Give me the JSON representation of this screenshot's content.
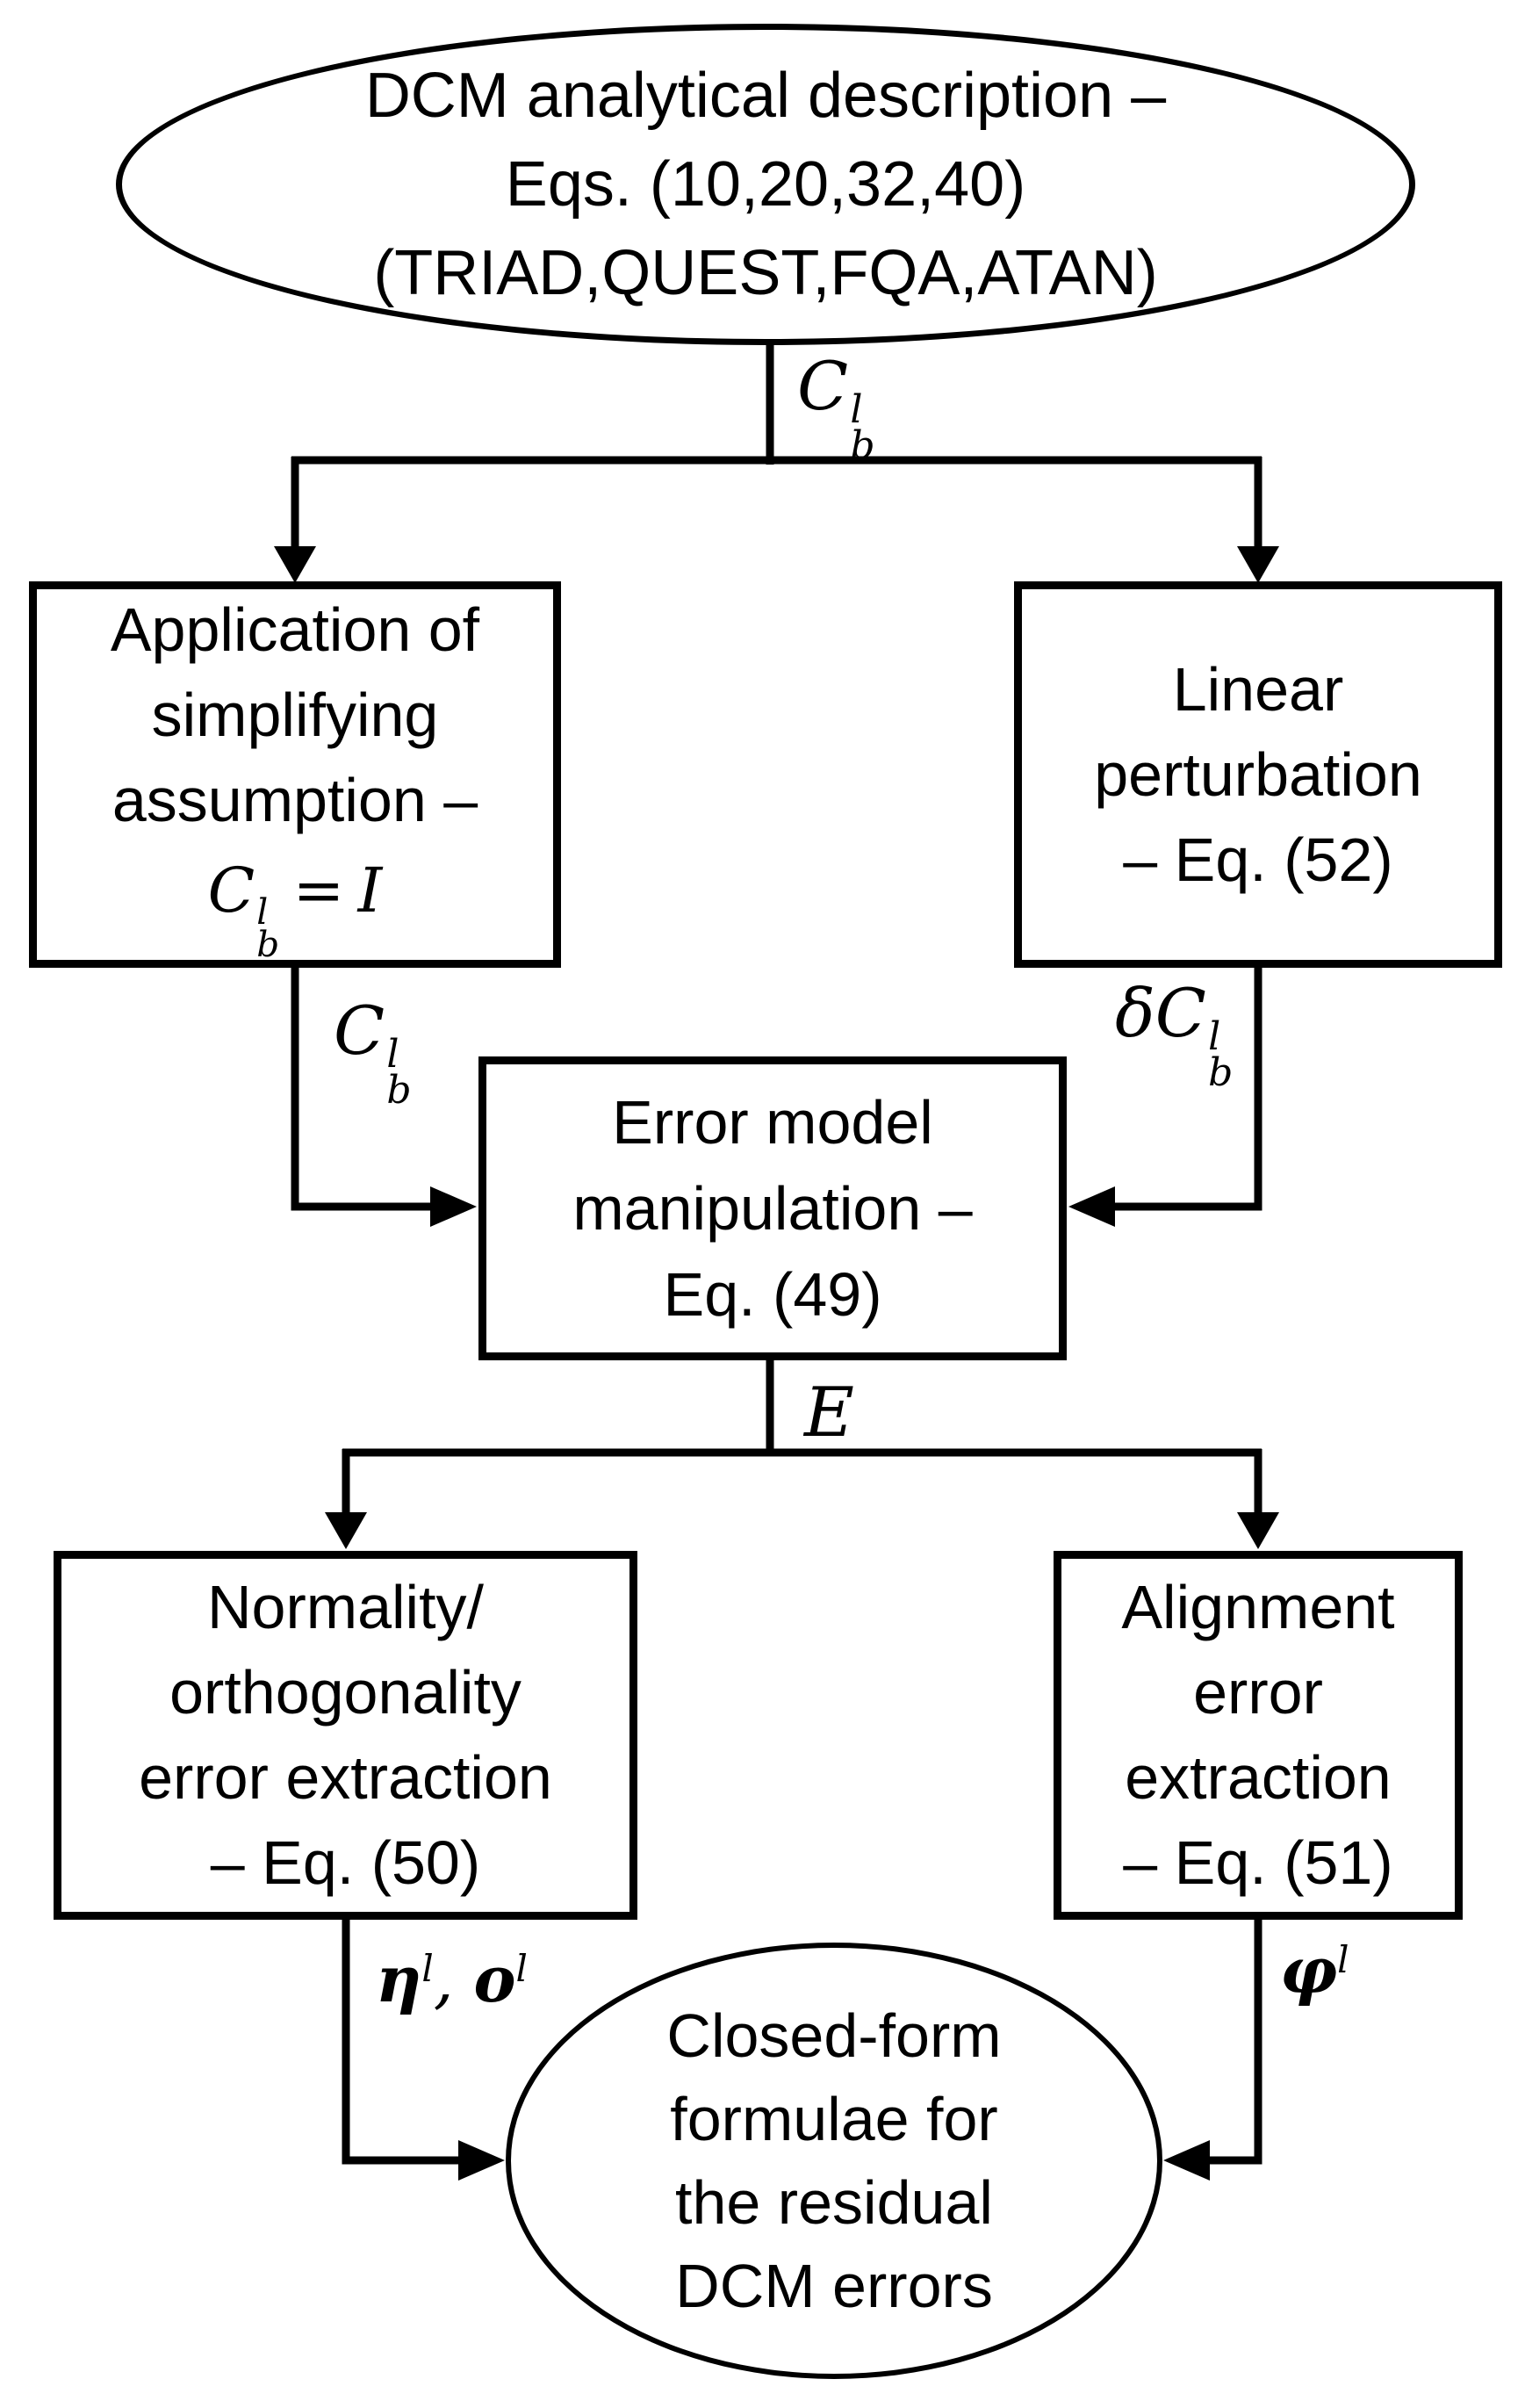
{
  "colors": {
    "stroke": "#000000",
    "background": "#ffffff",
    "text": "#000000"
  },
  "nodes": {
    "top_ellipse": {
      "lines": [
        "DCM analytical description –",
        "Eqs. (10,20,32,40)",
        "(TRIAD,QUEST,FQA,ATAN)"
      ]
    },
    "apply_box": {
      "lines": [
        "Application of",
        "simplifying",
        "assumption –"
      ],
      "math": {
        "base": "C",
        "sup": "l",
        "sub": "b",
        "op": "=",
        "rhs": "I"
      }
    },
    "linear_box": {
      "lines": [
        "Linear",
        "perturbation",
        "– Eq. (52)"
      ]
    },
    "error_box": {
      "lines": [
        "Error model",
        "manipulation –",
        "Eq. (49)"
      ]
    },
    "normality_box": {
      "lines": [
        "Normality/",
        "orthogonality",
        "error extraction",
        "– Eq. (50)"
      ]
    },
    "alignment_box": {
      "lines": [
        "Alignment",
        "error",
        "extraction",
        "– Eq. (51)"
      ]
    },
    "closed_ellipse": {
      "lines": [
        "Closed-form",
        "formulae for",
        "the residual",
        "DCM errors"
      ]
    }
  },
  "edge_labels": {
    "cbl_top": {
      "base": "C",
      "sup": "l",
      "sub": "b"
    },
    "cbl_mid": {
      "base": "C",
      "sup": "l",
      "sub": "b"
    },
    "delta_cbl": {
      "prefix": "δ",
      "base": "C",
      "sup": "l",
      "sub": "b"
    },
    "e": {
      "text": "E"
    },
    "eta_o": {
      "eta": "η",
      "eta_sup": "l",
      "comma": ", ",
      "o": "o",
      "o_sup": "l"
    },
    "phi": {
      "base": "φ",
      "sup": "l"
    }
  }
}
